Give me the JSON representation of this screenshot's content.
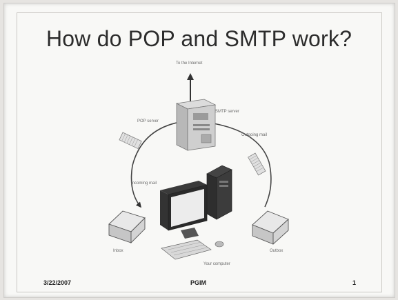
{
  "slide": {
    "title": "How do POP and SMTP work?",
    "footer_date": "3/22/2007",
    "footer_center": "PGIM",
    "slide_number": "1"
  },
  "diagram": {
    "to_internet": "To the Internet",
    "smtp_server": "SMTP server",
    "pop_server": "POP server",
    "outgoing_mail": "Outgoing mail",
    "incoming_mail": "Incoming mail",
    "inbox": "Inbox",
    "outbox": "Outbox",
    "your_computer": "Your computer"
  }
}
